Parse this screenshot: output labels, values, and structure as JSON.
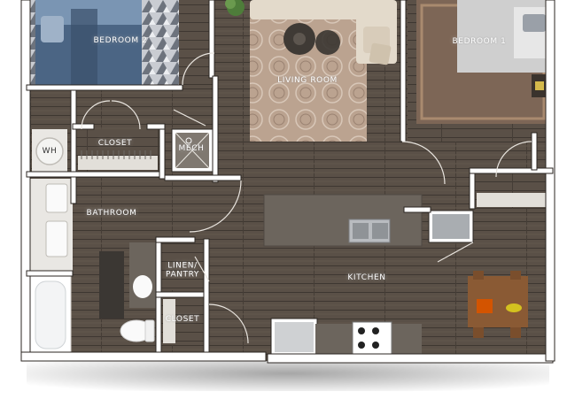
{
  "rooms": {
    "bedroom2": "BEDROOM 2",
    "living_room": "LIVING ROOM",
    "bedroom1": "BEDROOM 1",
    "wh": "WH",
    "closet_top": "CLOSET",
    "mech": "MECH",
    "bathroom": "BATHROOM",
    "linen_pantry_line1": "LINEN/",
    "linen_pantry_line2": "PANTRY",
    "kitchen": "KITCHEN",
    "closet_bottom": "CLOSET"
  },
  "colors": {
    "floor_wood": "#5a5047",
    "floor_wood_dark": "#4a423b",
    "wall": "#ffffff",
    "wall_outline": "#2b2622",
    "rug_living": "#b9a08f",
    "rug_bedroom1": "#7d6656",
    "bed_blue": "#4b6584",
    "bed_grey": "#cfcfcf",
    "countertop": "#6c655d",
    "sofa": "#e3dacb",
    "dining_table": "#8a5a34",
    "dining_item": "#d35400",
    "dining_item2": "#d4c21f",
    "plant": "#4e7d3a"
  }
}
